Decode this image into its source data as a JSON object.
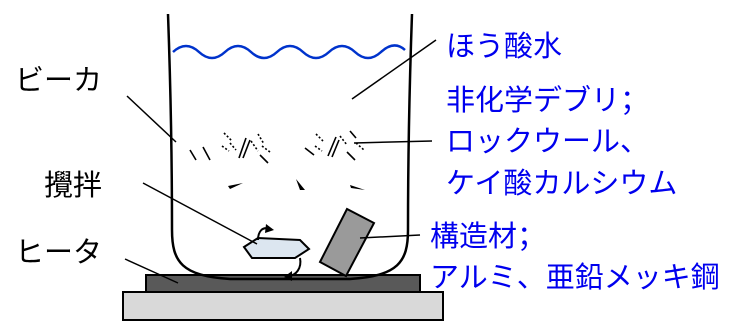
{
  "labels": {
    "beaker": "ビーカ",
    "stirrer": "攪拌",
    "heater": "ヒータ",
    "boric_acid": "ほう酸水",
    "debris_title": "非化学デブリ；",
    "debris_line2": "ロックウール、",
    "debris_line3": "ケイ酸カルシウム",
    "structure_title": "構造材；",
    "structure_line2": "アルミ、亜鉛メッキ鋼"
  },
  "colors": {
    "annotation_blue": "#0000ee",
    "water_line": "#0033cc",
    "stirrer_fill": "#dce6f0",
    "structure_fill": "#9a9a9a",
    "heater_plate": "#595959",
    "heater_base": "#d9d9d9",
    "outline": "#000000"
  }
}
